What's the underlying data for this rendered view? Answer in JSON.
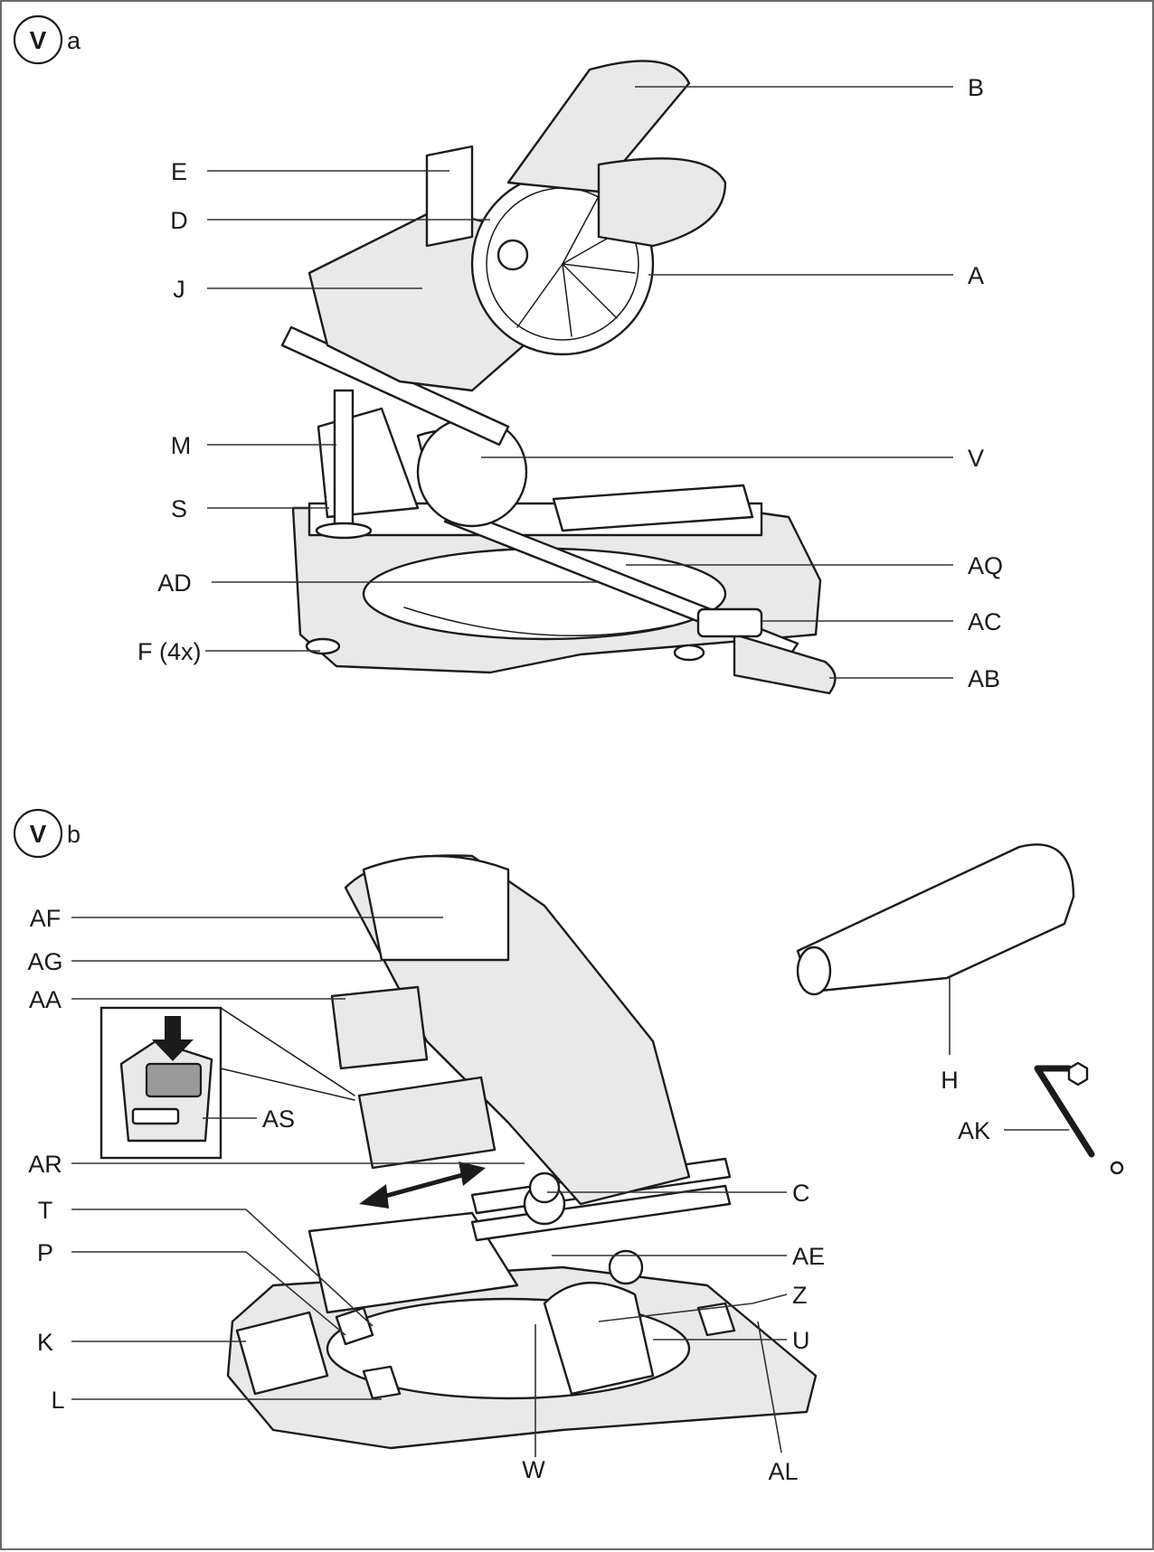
{
  "figures": [
    {
      "badge": "V",
      "letter": "a",
      "labels": [
        "B",
        "E",
        "D",
        "A",
        "J",
        "M",
        "V",
        "S",
        "AQ",
        "AD",
        "AC",
        "F (4x)",
        "AB"
      ]
    },
    {
      "badge": "V",
      "letter": "b",
      "labels": [
        "AF",
        "AG",
        "AA",
        "AS",
        "H",
        "AK",
        "AR",
        "C",
        "T",
        "P",
        "AE",
        "Z",
        "K",
        "U",
        "L",
        "W",
        "AL"
      ]
    }
  ],
  "labels": {
    "B": "B",
    "E": "E",
    "D": "D",
    "A": "A",
    "J": "J",
    "M": "M",
    "V": "V",
    "S": "S",
    "AQ": "AQ",
    "AD": "AD",
    "AC": "AC",
    "F4x": "F (4x)",
    "AB": "AB",
    "AF": "AF",
    "AG": "AG",
    "AA": "AA",
    "AS": "AS",
    "H": "H",
    "AK": "AK",
    "AR": "AR",
    "C": "C",
    "T": "T",
    "P": "P",
    "AE": "AE",
    "Z": "Z",
    "K": "K",
    "U": "U",
    "L": "L",
    "W": "W",
    "AL": "AL"
  },
  "icons": {
    "figure_badge": "circled-v-icon",
    "push_arrow": "down-arrow-icon",
    "slide_arrow": "double-arrow-icon"
  },
  "colors": {
    "ink": "#1b1b1b",
    "frame": "#6a6a6a",
    "background": "#ffffff",
    "shade": "#9a9a9a"
  }
}
